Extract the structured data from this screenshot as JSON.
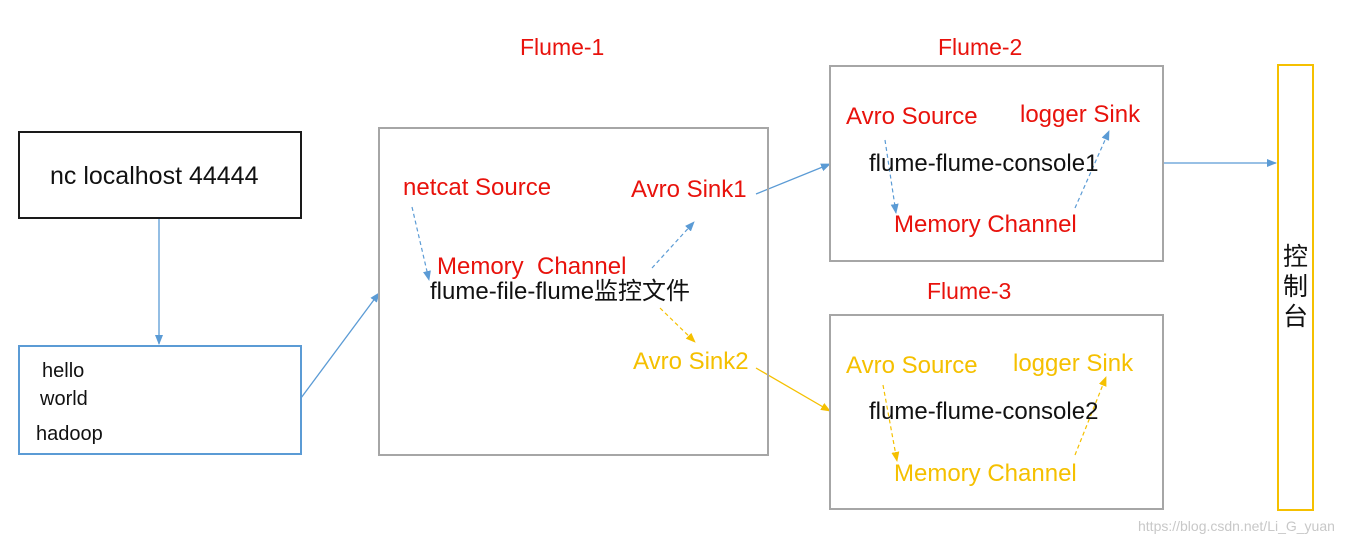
{
  "colors": {
    "red": "#e8120c",
    "yellow": "#f5c000",
    "blue_arrow": "#5b9bd5",
    "box_gray": "#a6a6a6",
    "console_border": "#f5c000"
  },
  "nc_box": {
    "label": "nc localhost 44444"
  },
  "file_box": {
    "lines": [
      "hello",
      "world",
      "hadoop"
    ]
  },
  "flume1": {
    "title": "Flume-1",
    "source": "netcat Source",
    "channel": "Memory  Channel",
    "name": "flume-file-flume监控文件",
    "sink1": "Avro Sink1",
    "sink2": "Avro Sink2"
  },
  "flume2": {
    "title": "Flume-2",
    "source": "Avro Source",
    "sink": "logger Sink",
    "name": "flume-flume-console1",
    "channel": "Memory Channel"
  },
  "flume3": {
    "title": "Flume-3",
    "source": "Avro Source",
    "sink": "logger Sink",
    "name": "flume-flume-console2",
    "channel": "Memory Channel"
  },
  "console": {
    "label": "控\n制\n台"
  },
  "watermark": "https://blog.csdn.net/Li_G_yuan"
}
